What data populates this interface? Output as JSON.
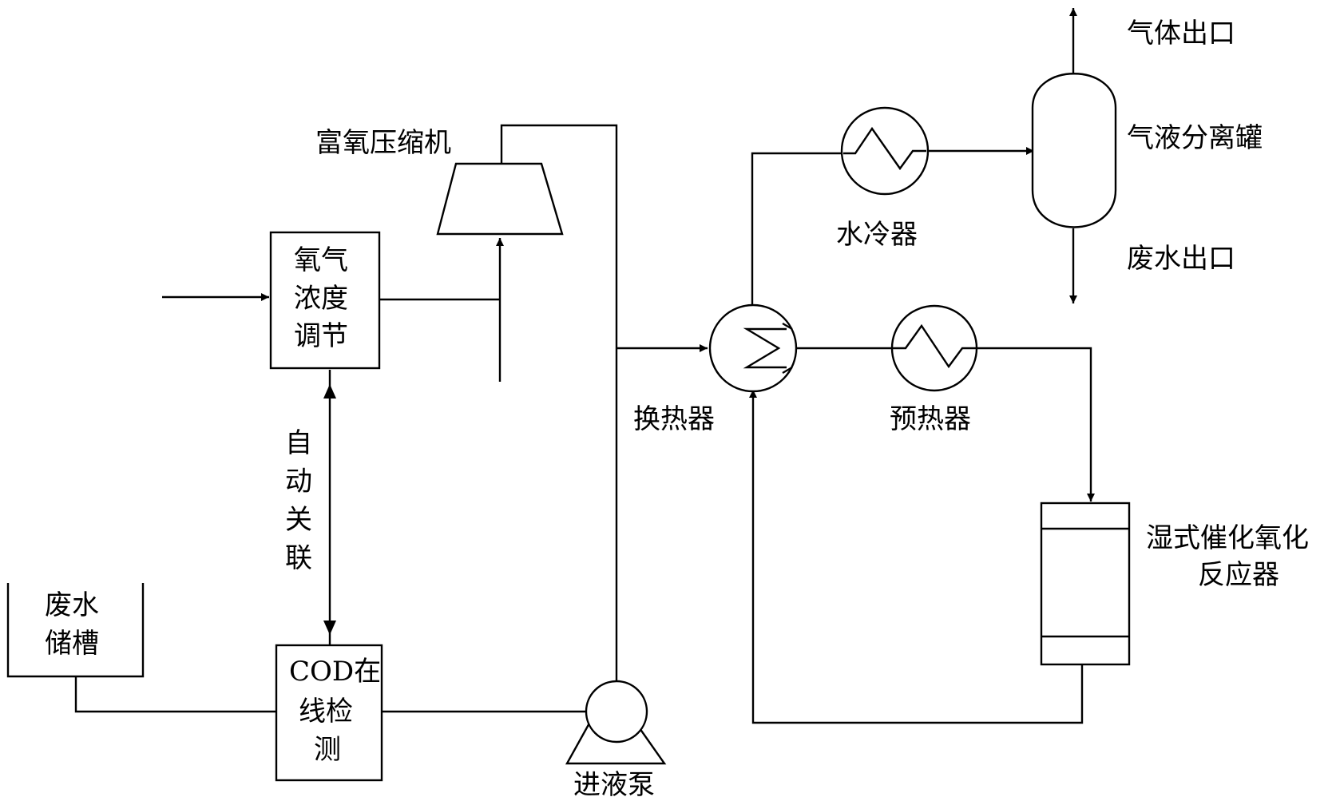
{
  "labels": {
    "compressor": "富氧压缩机",
    "oxygen_line1": "氧气",
    "oxygen_line2": "浓度",
    "oxygen_line3": "调节",
    "auto_1": "自",
    "auto_2": "动",
    "auto_3": "关",
    "auto_4": "联",
    "tank_line1": "废水",
    "tank_line2": "储槽",
    "cod_line1": "COD在",
    "cod_line2": "线检",
    "cod_line3": "测",
    "pump": "进液泵",
    "heat_exchanger": "换热器",
    "water_cooler": "水冷器",
    "preheater": "预热器",
    "gas_outlet": "气体出口",
    "separator": "气液分离罐",
    "wastewater_outlet": "废水出口",
    "reactor_line1": "湿式催化氧化",
    "reactor_line2": "反应器"
  }
}
